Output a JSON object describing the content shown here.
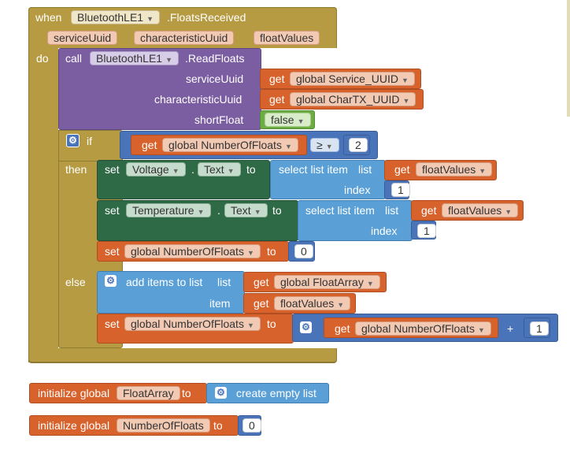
{
  "event": {
    "when": "when",
    "component": "BluetoothLE1",
    "event_name": ".FloatsReceived",
    "params": [
      "serviceUuid",
      "characteristicUuid",
      "floatValues"
    ],
    "do": "do"
  },
  "call": {
    "call": "call",
    "component": "BluetoothLE1",
    "method": ".ReadFloats",
    "arg_service": "serviceUuid",
    "arg_char": "characteristicUuid",
    "arg_short": "shortFloat",
    "get": "get",
    "service_var": "global Service_UUID",
    "char_var": "global CharTX_UUID",
    "short_value": "false"
  },
  "if_block": {
    "if": "if",
    "then": "then",
    "else": "else",
    "get": "get",
    "var": "global NumberOfFloats",
    "op": "≥",
    "num": "2"
  },
  "set_voltage": {
    "set": "set",
    "component": "Voltage",
    "dot": ".",
    "prop": "Text",
    "to": "to",
    "select": "select list item",
    "list": "list",
    "get": "get",
    "var": "floatValues",
    "index": "index",
    "index_val": "1"
  },
  "set_temperature": {
    "set": "set",
    "component": "Temperature",
    "dot": ".",
    "prop": "Text",
    "to": "to",
    "select": "select list item",
    "list": "list",
    "get": "get",
    "var": "floatValues",
    "index": "index",
    "index_val": "1"
  },
  "set_count_zero": {
    "set": "set",
    "var": "global NumberOfFloats",
    "to": "to",
    "value": "0"
  },
  "add_items": {
    "label": "add items to list",
    "list": "list",
    "get": "get",
    "list_var": "global FloatArray",
    "item": "item",
    "item_var": "floatValues"
  },
  "set_count_inc": {
    "set": "set",
    "var": "global NumberOfFloats",
    "to": "to",
    "get": "get",
    "get_var": "global NumberOfFloats",
    "op": "+",
    "value": "1"
  },
  "init_array": {
    "label": "initialize global",
    "name": "FloatArray",
    "to": "to",
    "value": "create empty list"
  },
  "init_count": {
    "label": "initialize global",
    "name": "NumberOfFloats",
    "to": "to",
    "value": "0"
  },
  "colors": {
    "event": "#b69b43",
    "procedure": "#7b5ea1",
    "setter": "#2f6a47",
    "variable": "#d8622c",
    "list": "#5aa0d6",
    "math": "#4a74b9",
    "logic": "#6cae43"
  }
}
